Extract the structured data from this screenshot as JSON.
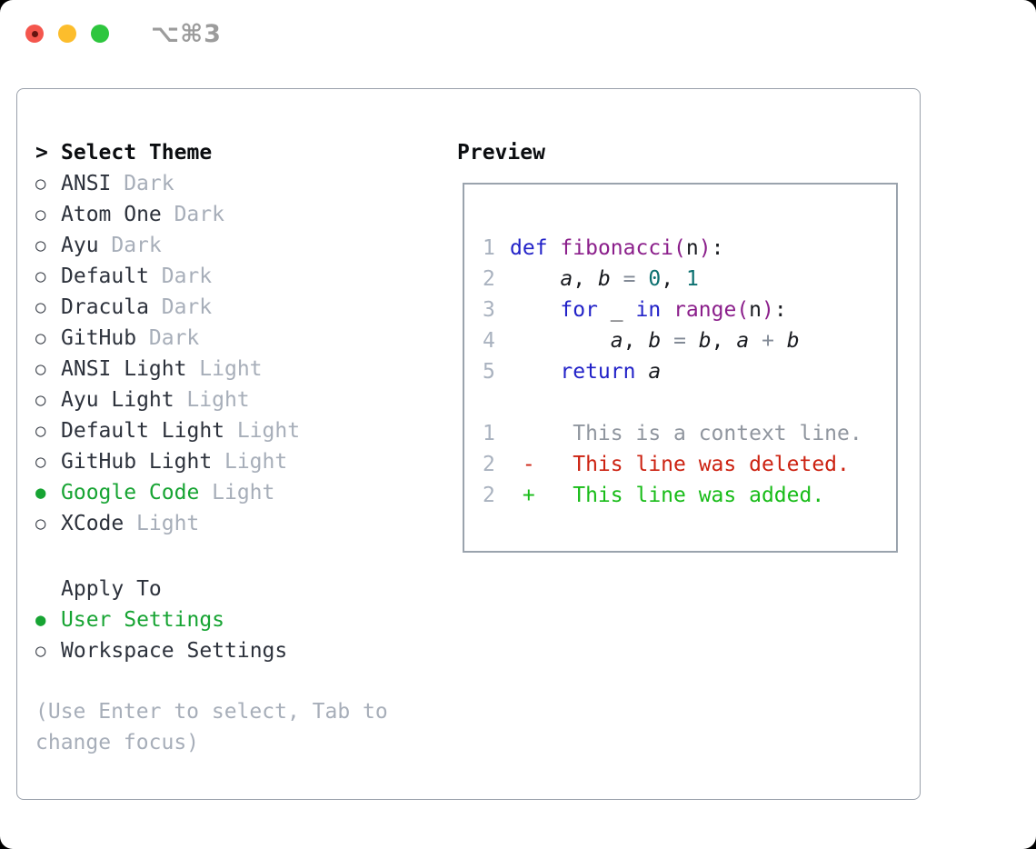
{
  "window": {
    "title": "⌥⌘3"
  },
  "icons": {
    "radio_selected": "●",
    "radio_unselected": "○",
    "focus_marker": ">"
  },
  "colors": {
    "selection_green": "#17a433",
    "traffic_red": "#f4564d",
    "traffic_red_dot": "#64140f",
    "traffic_yellow": "#fcbd2c",
    "traffic_green": "#2ec63e",
    "window_title": "#9c9c9c",
    "panel_border": "#9aa1ab",
    "preview_border": "#9aa3ad",
    "heading_text": "#0b0d10",
    "item_text": "#2d323c",
    "variant_text": "#a7aeb9",
    "hint_text": "#a7aeb9",
    "line_number": "#a9b2bf",
    "syntax_keyword": "#2222c8",
    "syntax_function": "#8b1f8b",
    "syntax_number": "#0c7070",
    "syntax_operator": "#828a96",
    "syntax_plain": "#191b20",
    "diff_context": "#90969f",
    "diff_deleted": "#cc2211",
    "diff_added": "#18bc18"
  },
  "theme_panel": {
    "heading_marker": ">",
    "heading": "Select Theme",
    "items": [
      {
        "name": "ANSI",
        "variant": "Dark",
        "selected": false
      },
      {
        "name": "Atom One",
        "variant": "Dark",
        "selected": false
      },
      {
        "name": "Ayu",
        "variant": "Dark",
        "selected": false
      },
      {
        "name": "Default",
        "variant": "Dark",
        "selected": false
      },
      {
        "name": "Dracula",
        "variant": "Dark",
        "selected": false
      },
      {
        "name": "GitHub",
        "variant": "Dark",
        "selected": false
      },
      {
        "name": "ANSI Light",
        "variant": "Light",
        "selected": false
      },
      {
        "name": "Ayu Light",
        "variant": "Light",
        "selected": false
      },
      {
        "name": "Default Light",
        "variant": "Light",
        "selected": false
      },
      {
        "name": "GitHub Light",
        "variant": "Light",
        "selected": false
      },
      {
        "name": "Google Code",
        "variant": "Light",
        "selected": true
      },
      {
        "name": "XCode",
        "variant": "Light",
        "selected": false
      }
    ]
  },
  "apply_panel": {
    "heading": "Apply To",
    "items": [
      {
        "name": "User Settings",
        "selected": true
      },
      {
        "name": "Workspace Settings",
        "selected": false
      }
    ]
  },
  "hint": "(Use Enter to select, Tab to change focus)",
  "preview": {
    "heading": "Preview",
    "code_lines": [
      {
        "num": "1",
        "tokens": [
          {
            "t": "def",
            "c": "kw"
          },
          {
            "t": " ",
            "c": "pl"
          },
          {
            "t": "fibonacci(",
            "c": "fn"
          },
          {
            "t": "n",
            "c": "pl"
          },
          {
            "t": ")",
            "c": "fn"
          },
          {
            "t": ":",
            "c": "pl"
          }
        ]
      },
      {
        "num": "2",
        "tokens": [
          {
            "t": "    ",
            "c": "pl"
          },
          {
            "t": "a",
            "c": "var"
          },
          {
            "t": ", ",
            "c": "pl"
          },
          {
            "t": "b",
            "c": "var"
          },
          {
            "t": " ",
            "c": "pl"
          },
          {
            "t": "=",
            "c": "op"
          },
          {
            "t": " ",
            "c": "pl"
          },
          {
            "t": "0",
            "c": "num"
          },
          {
            "t": ", ",
            "c": "pl"
          },
          {
            "t": "1",
            "c": "num"
          }
        ]
      },
      {
        "num": "3",
        "tokens": [
          {
            "t": "    ",
            "c": "pl"
          },
          {
            "t": "for",
            "c": "kw"
          },
          {
            "t": " ",
            "c": "pl"
          },
          {
            "t": "_",
            "c": "pl"
          },
          {
            "t": " ",
            "c": "pl"
          },
          {
            "t": "in",
            "c": "kw"
          },
          {
            "t": " ",
            "c": "pl"
          },
          {
            "t": "range(",
            "c": "fn"
          },
          {
            "t": "n",
            "c": "pl"
          },
          {
            "t": ")",
            "c": "fn"
          },
          {
            "t": ":",
            "c": "pl"
          }
        ]
      },
      {
        "num": "4",
        "tokens": [
          {
            "t": "        ",
            "c": "pl"
          },
          {
            "t": "a",
            "c": "var"
          },
          {
            "t": ", ",
            "c": "pl"
          },
          {
            "t": "b",
            "c": "var"
          },
          {
            "t": " ",
            "c": "pl"
          },
          {
            "t": "=",
            "c": "op"
          },
          {
            "t": " ",
            "c": "pl"
          },
          {
            "t": "b",
            "c": "var"
          },
          {
            "t": ", ",
            "c": "pl"
          },
          {
            "t": "a",
            "c": "var"
          },
          {
            "t": " ",
            "c": "pl"
          },
          {
            "t": "+",
            "c": "op"
          },
          {
            "t": " ",
            "c": "pl"
          },
          {
            "t": "b",
            "c": "var"
          }
        ]
      },
      {
        "num": "5",
        "tokens": [
          {
            "t": "    ",
            "c": "pl"
          },
          {
            "t": "return",
            "c": "kw"
          },
          {
            "t": " ",
            "c": "pl"
          },
          {
            "t": "a",
            "c": "var"
          }
        ]
      }
    ],
    "diff_lines": [
      {
        "num": "1",
        "text": "     This is a context line.",
        "type": "context"
      },
      {
        "num": "2",
        "text": " -   This line was deleted.",
        "type": "deleted"
      },
      {
        "num": "2",
        "text": " +   This line was added.",
        "type": "added"
      }
    ]
  }
}
